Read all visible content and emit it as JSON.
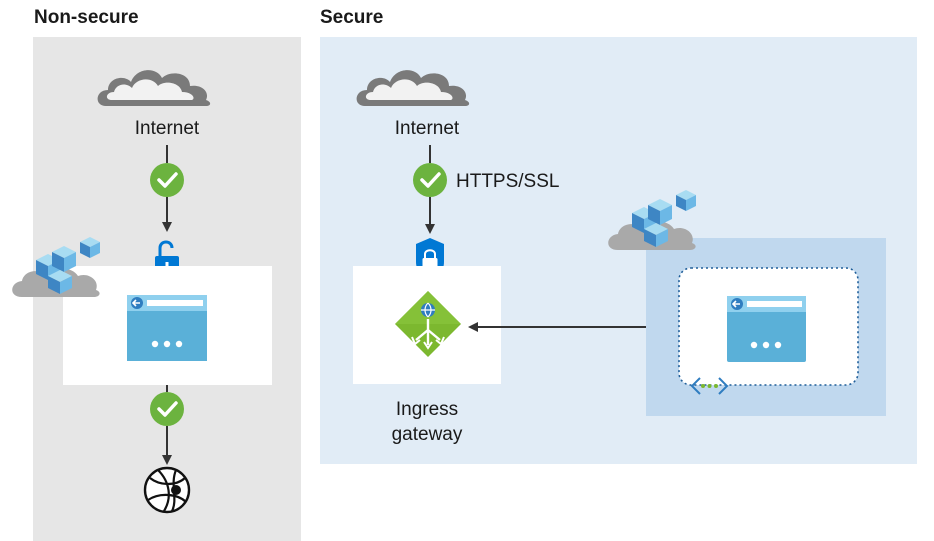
{
  "non_secure": {
    "title": "Non-secure",
    "internet_label": "Internet"
  },
  "secure": {
    "title": "Secure",
    "internet_label": "Internet",
    "protocol_label": "HTTPS/SSL",
    "gateway_label": "Ingress gateway"
  },
  "colors": {
    "non_secure_bg": "#e6e6e6",
    "secure_bg": "#e1ecf6",
    "vnet_bg": "#c0d8ee",
    "check_green": "#6cb33f",
    "gateway_green": "#7cb82f",
    "lock_blue": "#0078d4",
    "app_blue": "#5ab0d8",
    "arrow": "#333333"
  }
}
